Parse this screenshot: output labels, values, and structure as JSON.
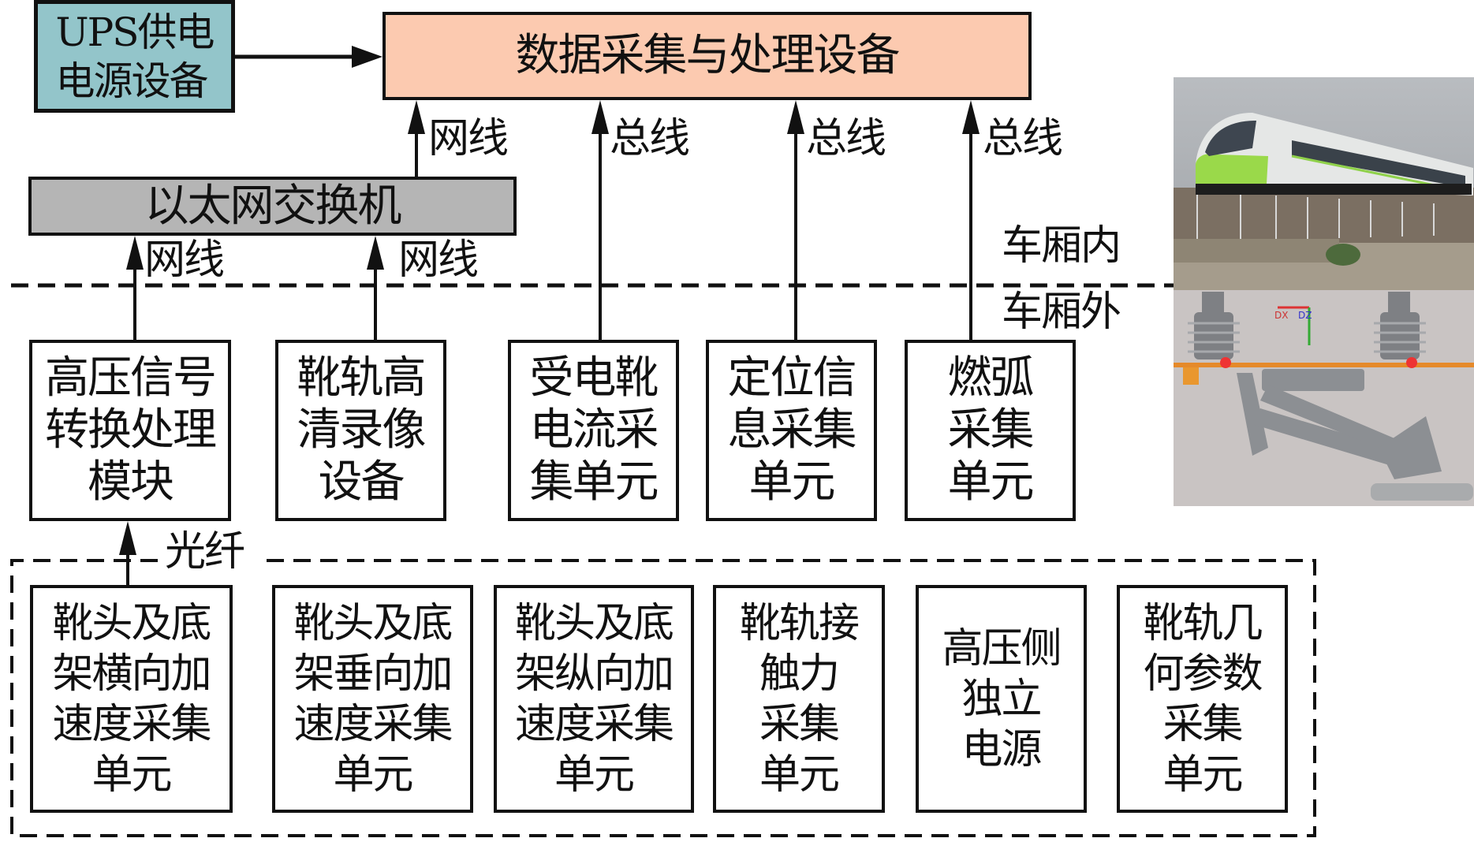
{
  "colors": {
    "ups_fill": "#93c5ca",
    "processor_fill": "#fccab0",
    "switch_fill": "#b5b5b5",
    "line": "#111111"
  },
  "top": {
    "ups": "UPS供电\n电源设备",
    "processor": "数据采集与处理设备",
    "switch": "以太网交换机"
  },
  "links": {
    "switch_to_processor": "网线",
    "bus_1": "总线",
    "bus_2": "总线",
    "bus_3": "总线",
    "hv_to_switch": "网线",
    "hd_to_switch": "网线",
    "fiber": "光纤"
  },
  "zones": {
    "inside": "车厢内",
    "outside": "车厢外"
  },
  "upper_row": [
    {
      "label": "高压信号\n转换处理\n模块"
    },
    {
      "label": "靴轨高\n清录像\n设备"
    },
    {
      "label": "受电靴\n电流采\n集单元"
    },
    {
      "label": "定位信\n息采集\n单元"
    },
    {
      "label": "燃弧\n采集\n单元"
    }
  ],
  "lower_row": [
    {
      "label": "靴头及底\n架横向加\n速度采集\n单元"
    },
    {
      "label": "靴头及底\n架垂向加\n速度采集\n单元"
    },
    {
      "label": "靴头及底\n架纵向加\n速度采集\n单元"
    },
    {
      "label": "靴轨接\n触力\n采集\n单元"
    },
    {
      "label": "高压侧\n独立\n电源"
    },
    {
      "label": "靴轨几\n何参数\n采集\n单元"
    }
  ],
  "photos": {
    "train": "train-photo",
    "collector": "current-collector-render",
    "axis_labels": [
      "DX",
      "DZ"
    ]
  }
}
